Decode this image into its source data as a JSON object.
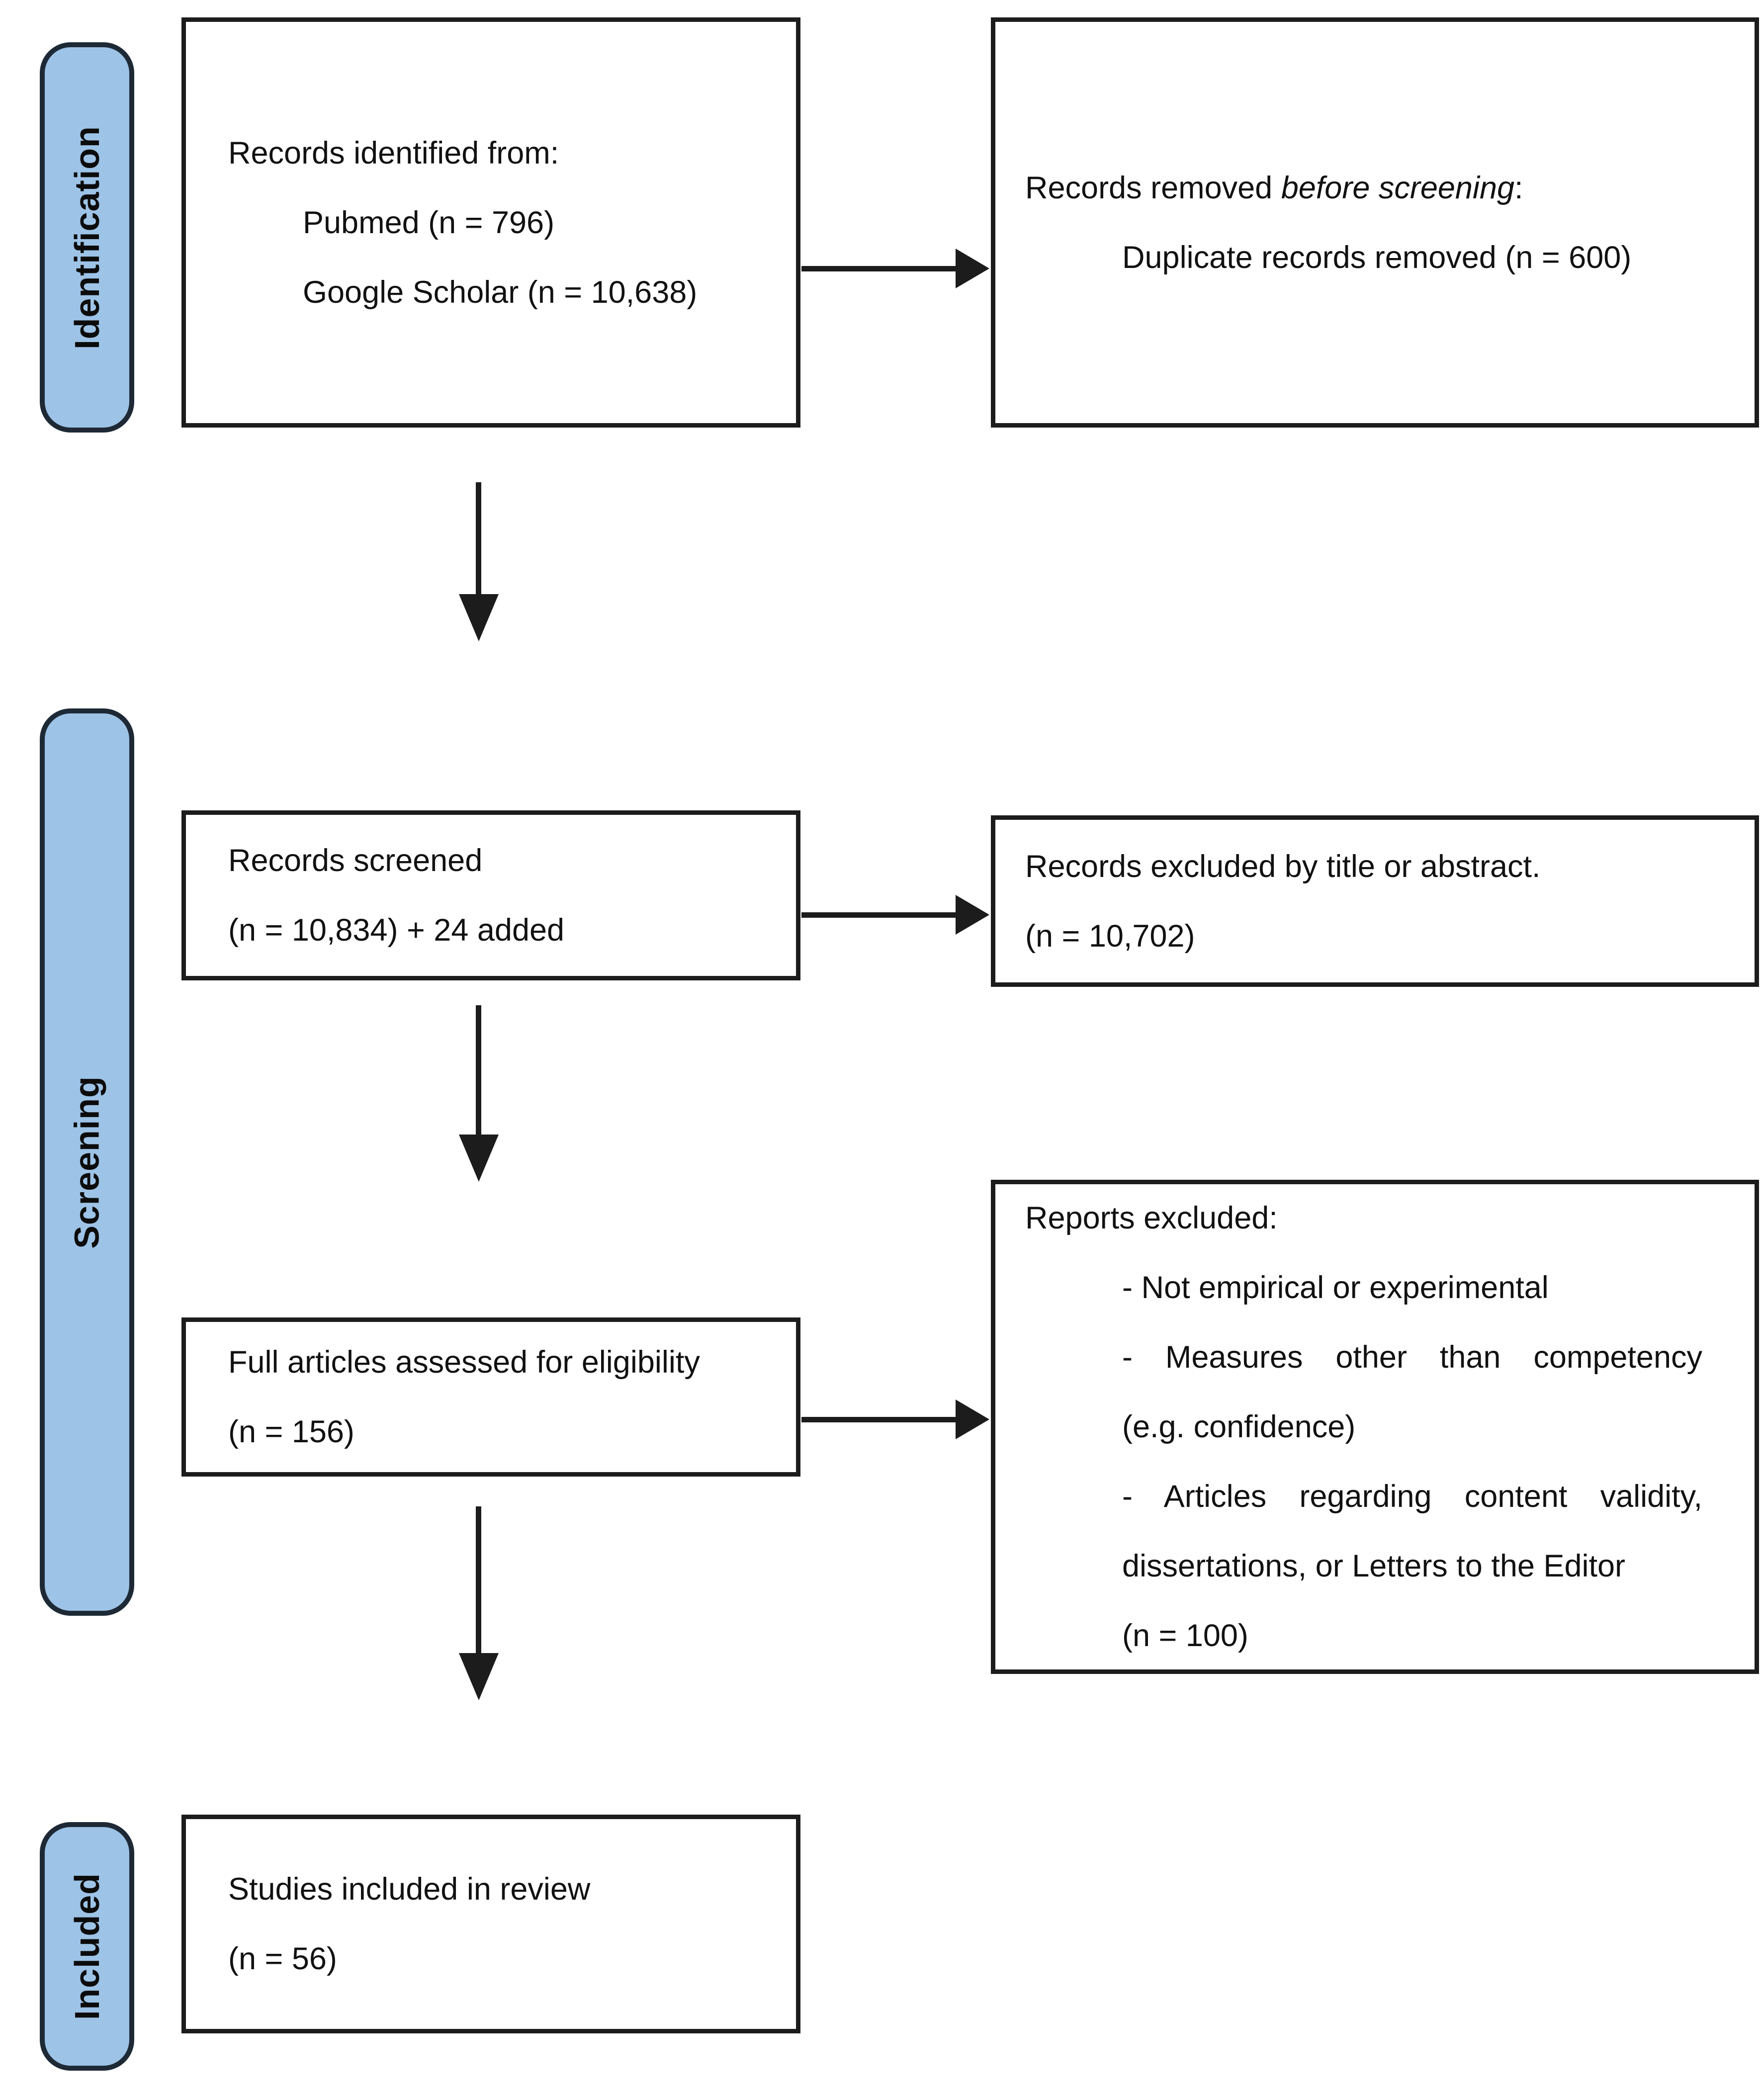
{
  "sidebar": {
    "identification_label": "Identification",
    "screening_label": "Screening",
    "included_label": "Included"
  },
  "boxes": {
    "records_identified": {
      "title": "Records identified from:",
      "source_1": "Pubmed (n = 796)",
      "source_2": "Google Scholar (n = 10,638)"
    },
    "records_removed": {
      "title_prefix": "Records removed ",
      "title_italic": "before screening",
      "title_suffix": ":",
      "detail": "Duplicate records removed (n = 600)"
    },
    "records_screened": {
      "line_1": "Records screened",
      "line_2": "(n = 10,834) + 24 added"
    },
    "records_excluded": {
      "line_1": "Records excluded by title or abstract.",
      "line_2": "(n = 10,702)"
    },
    "full_articles_assessed": {
      "line_1": "Full articles assessed for eligibility",
      "line_2": "(n = 156)"
    },
    "reports_excluded": {
      "title": "Reports excluded:",
      "item_1": "- Not empirical or experimental",
      "item_2": "- Measures other than competency",
      "item_2_cont": "(e.g. confidence)",
      "item_3": "- Articles regarding content validity,",
      "item_3_cont": "dissertations, or Letters to the Editor",
      "count": "(n = 100)"
    },
    "studies_included": {
      "line_1": "Studies included in review",
      "line_2": "(n = 56)"
    }
  },
  "colors": {
    "stage_fill": "#9DC3E6",
    "stage_border": "#1e2936",
    "box_border": "#1c1c1c",
    "arrow": "#1c1c1c"
  }
}
